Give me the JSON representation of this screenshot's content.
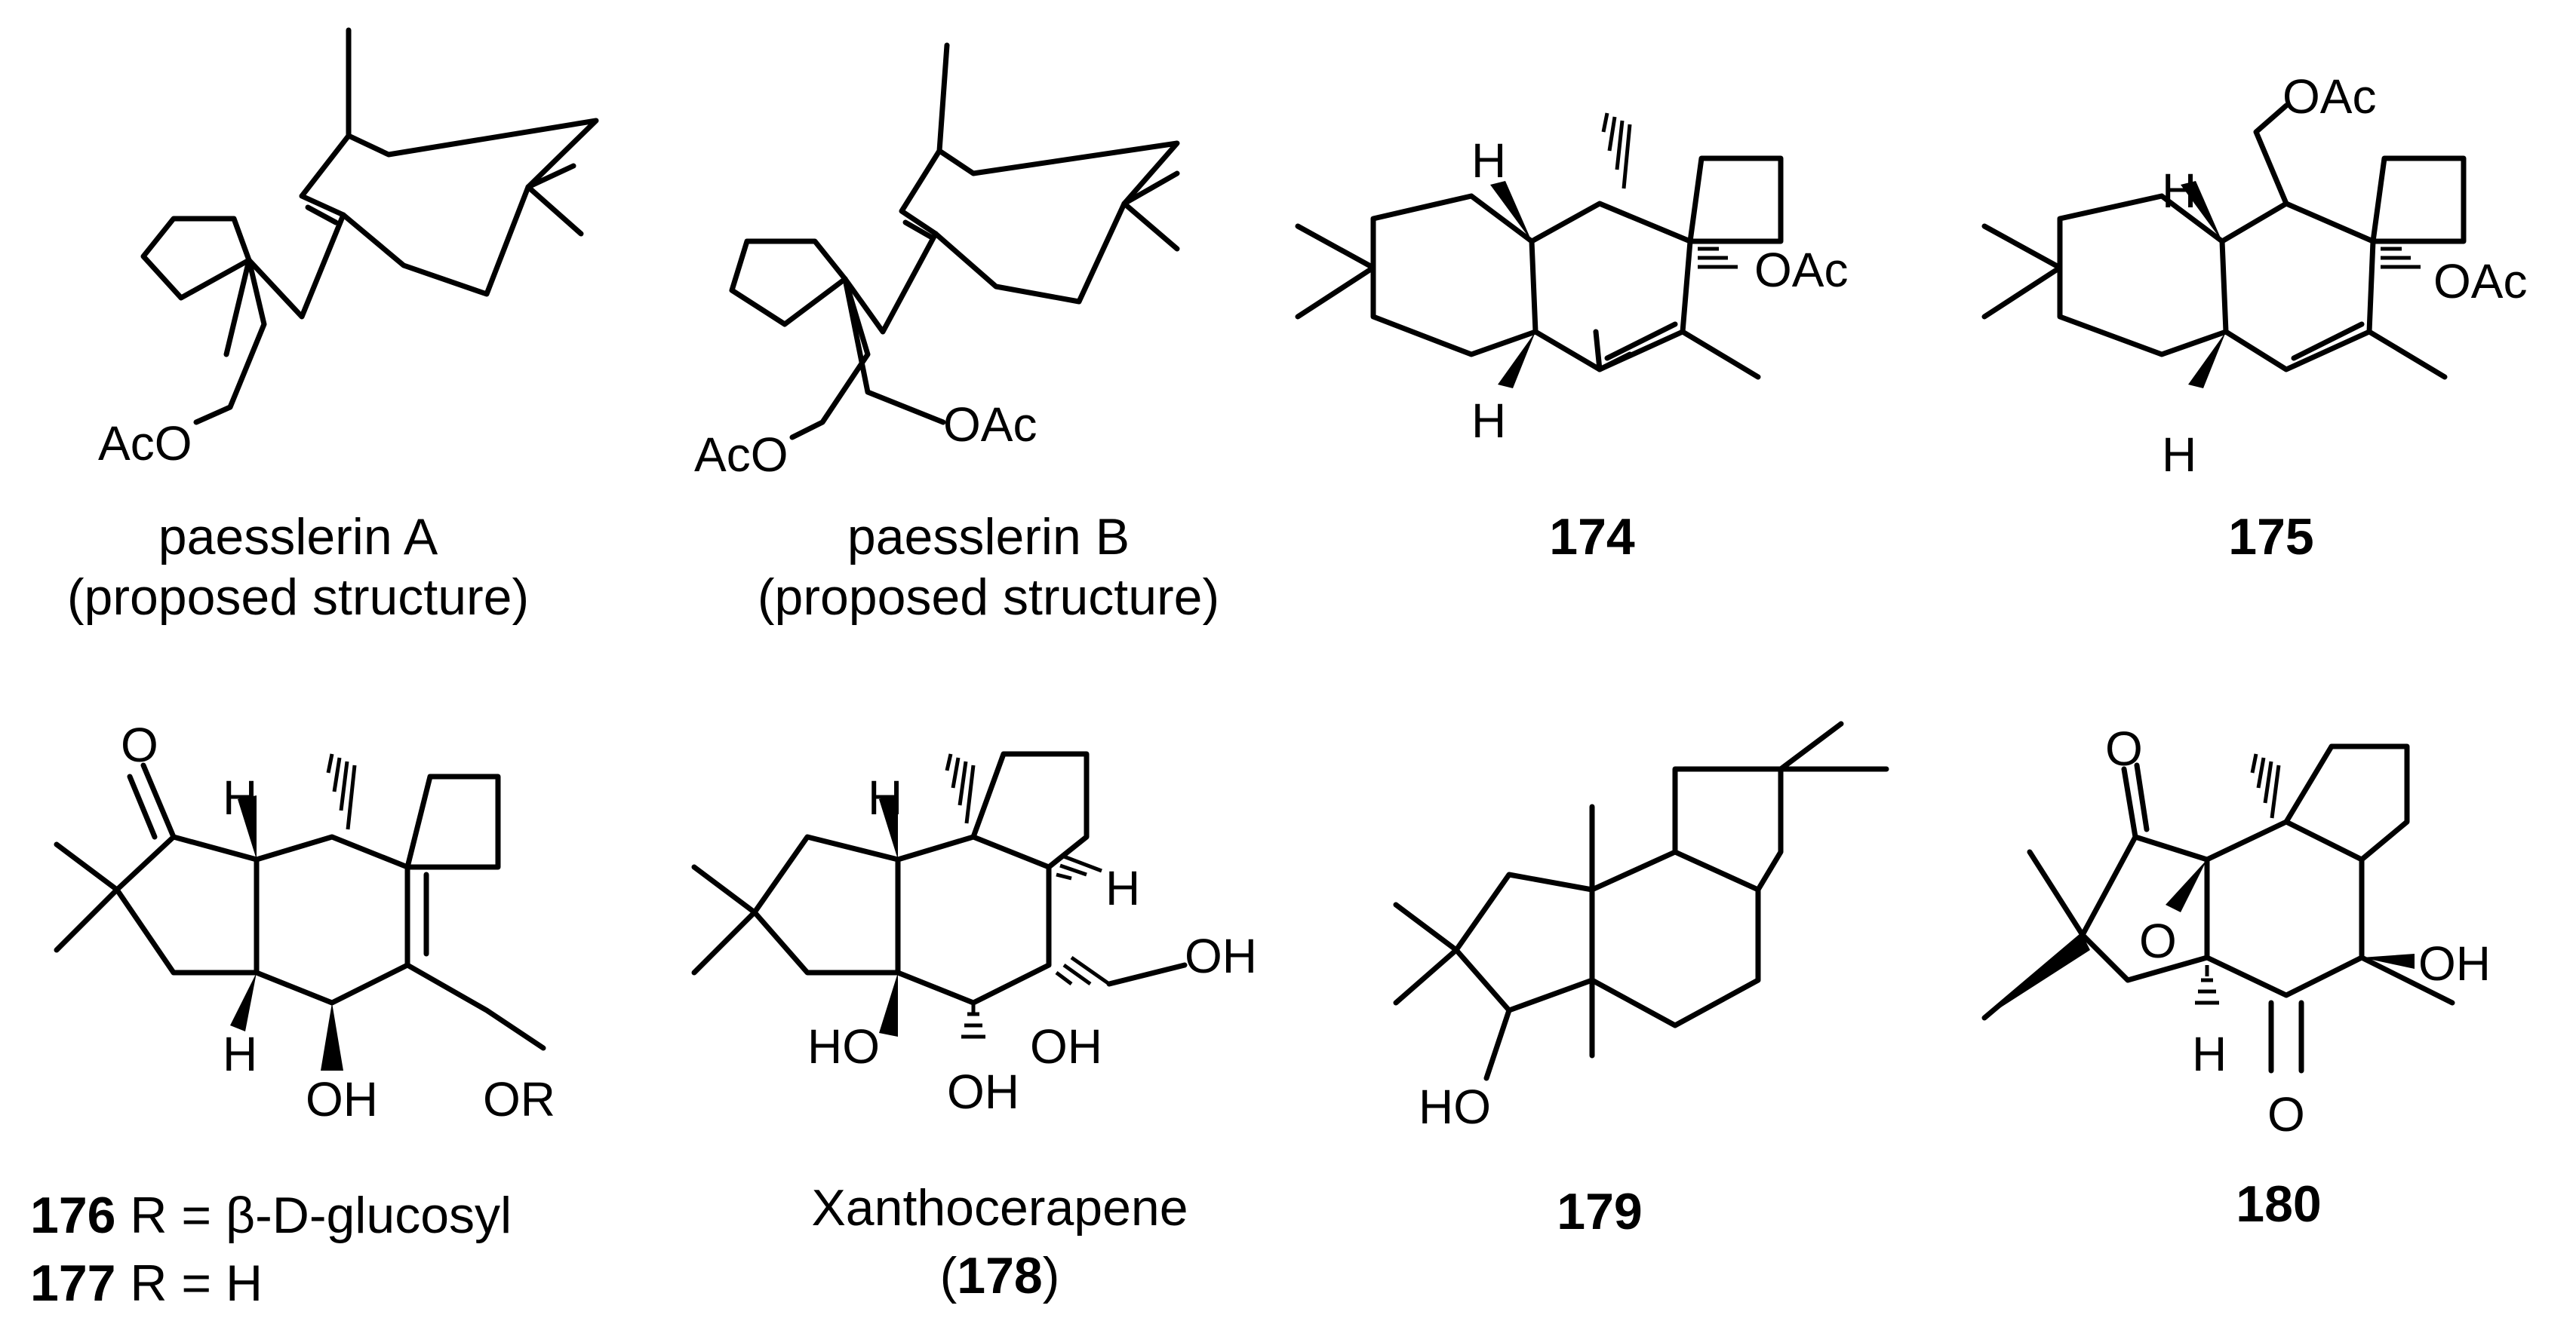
{
  "compounds": [
    {
      "id": "paesslerin-a",
      "name_line1": "paesslerin A",
      "name_line2": "(proposed structure)",
      "atoms": {
        "oac": "AcO"
      }
    },
    {
      "id": "paesslerin-b",
      "name_line1": "paesslerin B",
      "name_line2": "(proposed structure)",
      "atoms": {
        "oac": "AcO",
        "oac2": "OAc"
      }
    },
    {
      "id": "c174",
      "number": "174",
      "atoms": {
        "h1": "H",
        "h2": "H",
        "oac": "OAc"
      }
    },
    {
      "id": "c175",
      "number": "175",
      "atoms": {
        "h1": "H",
        "h2": "H",
        "oac_top": "OAc",
        "oac": "OAc"
      }
    },
    {
      "id": "c176-177",
      "line1_number": "176",
      "line1_text": " R = β-D-glucosyl",
      "line2_number": "177",
      "line2_text": " R = H",
      "atoms": {
        "o": "O",
        "h1": "H",
        "h2": "H",
        "oh": "OH",
        "or": "OR"
      }
    },
    {
      "id": "c178",
      "name": "Xanthocerapene",
      "paren_open": "(",
      "number": "178",
      "paren_close": ")",
      "atoms": {
        "h1": "H",
        "h2": "H",
        "oh1": "OH",
        "ho": "HO",
        "oh2": "OH",
        "oh3": "OH"
      }
    },
    {
      "id": "c179",
      "number": "179",
      "atoms": {
        "ho": "HO"
      }
    },
    {
      "id": "c180",
      "number": "180",
      "atoms": {
        "o1": "O",
        "o2": "O",
        "oh": "OH",
        "h": "H",
        "o3": "O"
      }
    }
  ]
}
